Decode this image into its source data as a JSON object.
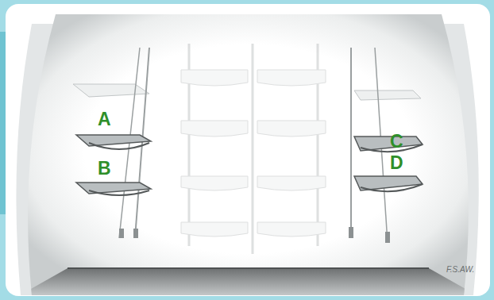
{
  "diagram": {
    "labels": [
      "A",
      "B",
      "C",
      "D",
      "F.S.AW."
    ]
  }
}
